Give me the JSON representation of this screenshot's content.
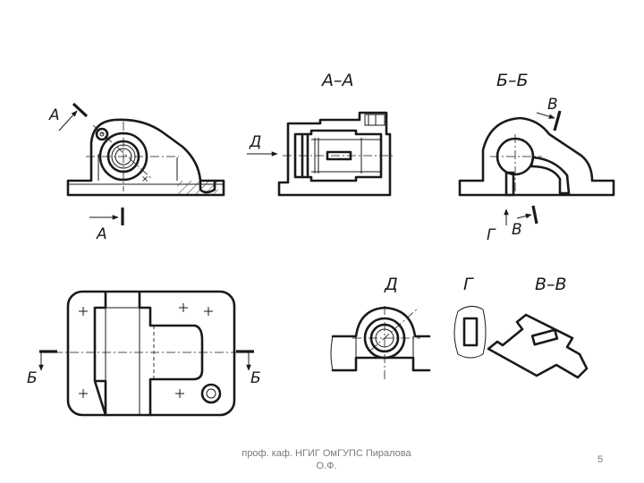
{
  "labels": {
    "view_main_arrow": "А",
    "view_main_cut": "А",
    "section_aa": "А–А",
    "view_d_arrow": "Д",
    "section_bb": "Б–Б",
    "section_bb_arrow_b": "В",
    "section_bb_arrow_g": "Г",
    "section_bb_arrow_v2": "В",
    "plan_left": "Б",
    "plan_right": "Б",
    "view_d": "Д",
    "view_g": "Г",
    "section_vv": "В–В"
  },
  "footer": {
    "author_line1": "проф. каф. НГИГ ОмГУПС Пиралова",
    "author_line2": "О.Ф.",
    "page_number": "5"
  }
}
